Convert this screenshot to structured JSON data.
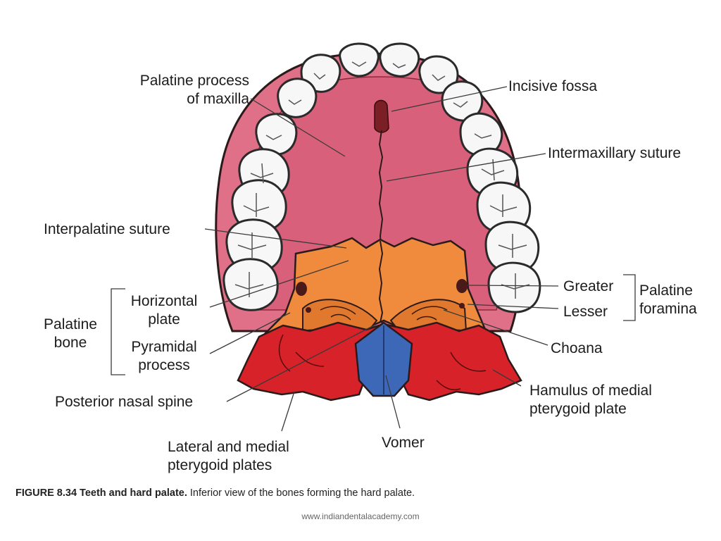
{
  "labels": {
    "palatine_process": [
      "Palatine process",
      "of maxilla"
    ],
    "incisive_fossa": "Incisive fossa",
    "intermaxillary_suture": "Intermaxillary suture",
    "interpalatine_suture": "Interpalatine suture",
    "horizontal_plate": [
      "Horizontal",
      "plate"
    ],
    "palatine_bone": [
      "Palatine",
      "bone"
    ],
    "pyramidal_process": [
      "Pyramidal",
      "process"
    ],
    "posterior_nasal_spine": "Posterior nasal spine",
    "lateral_medial_pterygoid": [
      "Lateral and medial",
      "pterygoid plates"
    ],
    "vomer": "Vomer",
    "hamulus": [
      "Hamulus of medial",
      "pterygoid plate"
    ],
    "choana": "Choana",
    "greater": "Greater",
    "lesser": "Lesser",
    "palatine_foramina": [
      "Palatine",
      "foramina"
    ]
  },
  "caption": {
    "figure": "FIGURE 8.34 Teeth and hard palate.",
    "text": "Inferior view of the bones forming the hard palate."
  },
  "footer": "www.indiandentalacademy.com",
  "colors": {
    "palate_pink": "#d9607a",
    "palatine_orange": "#f08a3c",
    "pterygoid_red": "#d8222a",
    "vomer_blue": "#3d68b8",
    "tooth": "#f7f7f7"
  }
}
